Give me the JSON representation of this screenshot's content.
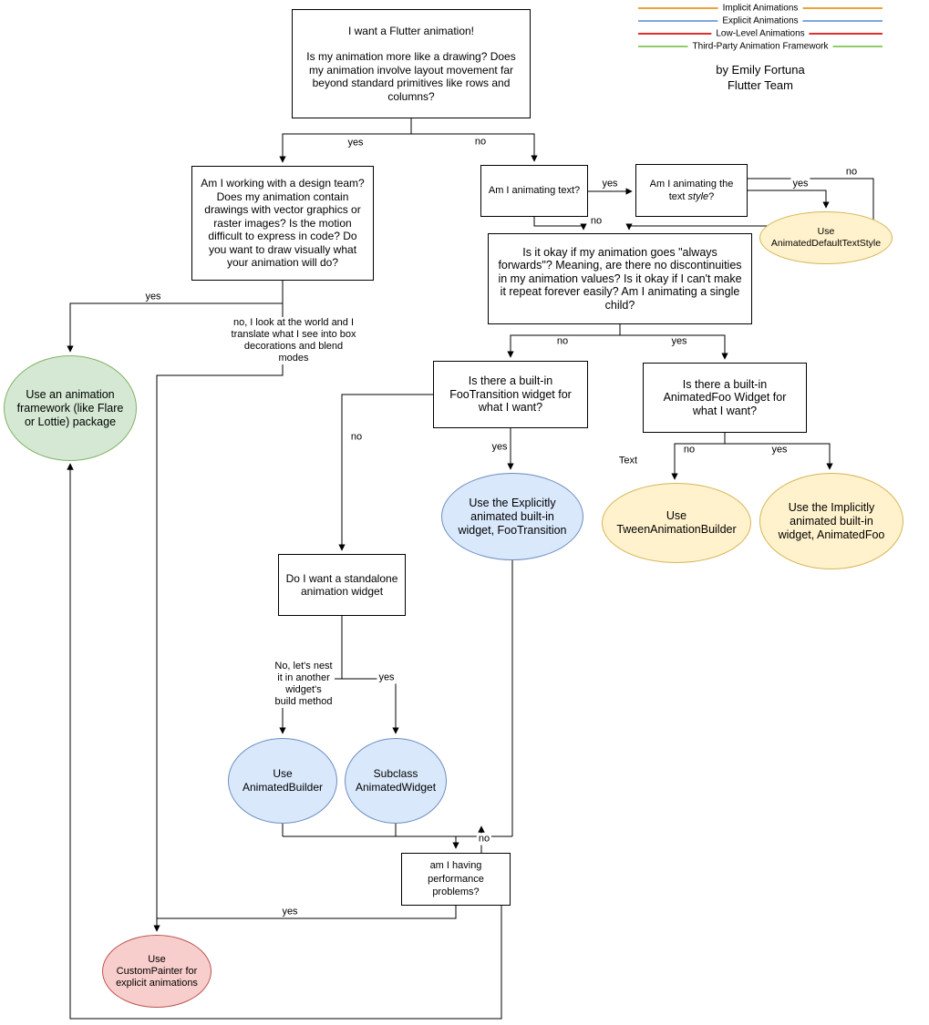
{
  "legend": {
    "items": [
      {
        "label": "Implicit Animations",
        "color": "#e8a33d"
      },
      {
        "label": "Explicit Animations",
        "color": "#7ea6e0"
      },
      {
        "label": "Low-Level Animations",
        "color": "#e02f2f"
      },
      {
        "label": "Third-Party Animation Framework",
        "color": "#8fce69"
      }
    ],
    "credit_line1": "by Emily Fortuna",
    "credit_line2": "Flutter Team"
  },
  "colors": {
    "implicit_fill": "#fff2cc",
    "implicit_stroke": "#d6b656",
    "explicit_fill": "#dae8fc",
    "explicit_stroke": "#6c8ebf",
    "lowlevel_fill": "#f8cecc",
    "lowlevel_stroke": "#b85450",
    "thirdparty_fill": "#d5e8d4",
    "thirdparty_stroke": "#82b366",
    "edge_stroke": "#000000"
  },
  "nodes": {
    "root": {
      "line1": "I want a Flutter animation!",
      "line2": "Is my animation more like a drawing? Does my animation involve layout movement far beyond standard primitives like rows and columns?"
    },
    "design_team": "Am I working with a design team? Does my animation contain drawings with vector graphics or raster images? Is the motion difficult to express in code? Do you want to draw visually what your animation will do?",
    "animating_text": "Am I animating text?",
    "text_style": {
      "prefix": "Am I animating the text ",
      "emphasis": "style",
      "suffix": "?"
    },
    "always_forwards": "Is it okay if my animation goes \"always forwards\"? Meaning, are there no discontinuities in my animation values? Is it okay if I can't make it repeat forever easily? Am I animating a single child?",
    "foo_transition_q": "Is there a built-in FooTransition widget for what I want?",
    "animated_foo_q": "Is there a built-in AnimatedFoo Widget for what I want?",
    "standalone_q": "Do I want a standalone animation widget",
    "performance_q": "am I having performance problems?"
  },
  "terminals": {
    "framework": "Use an animation framework (like Flare or Lottie) package",
    "animated_default_text_style": "Use AnimatedDefaultTextStyle",
    "foo_transition": "Use the Explicitly animated built-in widget, FooTransition",
    "tween_animation_builder": "Use TweenAnimationBuilder",
    "animated_foo": "Use the Implicitly animated built-in widget, AnimatedFoo",
    "animated_builder": "Use AnimatedBuilder",
    "subclass_animated_widget": "Subclass AnimatedWidget",
    "custom_painter": "Use CustomPainter for explicit animations"
  },
  "edge_labels": {
    "root_yes": "yes",
    "root_no": "no",
    "text_yes": "yes",
    "text_no": "no",
    "style_yes": "yes",
    "style_no": "no",
    "design_yes": "yes",
    "design_no": "no, I look at the world and I translate what I see into box decorations and blend modes",
    "forwards_no": "no",
    "forwards_yes": "yes",
    "foo_q_no": "no",
    "foo_q_yes": "yes",
    "afoo_q_text": "Text",
    "afoo_q_no": "no",
    "afoo_q_yes": "yes",
    "standalone_no": "No, let's nest it in another widget's build method",
    "standalone_yes": "yes",
    "performance_no": "no",
    "performance_yes": "yes"
  }
}
